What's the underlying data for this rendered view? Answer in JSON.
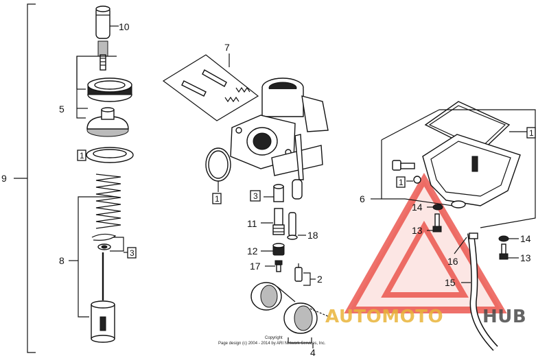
{
  "watermark": {
    "text_accent": "AUTOMOTO",
    "text_dark": "HUB",
    "accent_color": "#e8413a",
    "accent_fill_color": "#f6b8b2",
    "gold_color": "#e9b43a",
    "dark_color": "#4a4a4a"
  },
  "copyright": {
    "line1": "Copyright",
    "line2": "Page design (c) 2004 - 2014 by ARI Network Services, Inc."
  },
  "callouts": {
    "n1": "1",
    "n2": "2",
    "n3": "3",
    "n4": "4",
    "n5": "5",
    "n6": "6",
    "n7": "7",
    "n8": "8",
    "n9": "9",
    "n10": "10",
    "n11": "11",
    "n12": "12",
    "n13": "13",
    "n14": "14",
    "n15": "15",
    "n16": "16",
    "n17": "17",
    "n18": "18"
  },
  "boxed_labels": {
    "b1": "1",
    "b3": "3"
  }
}
